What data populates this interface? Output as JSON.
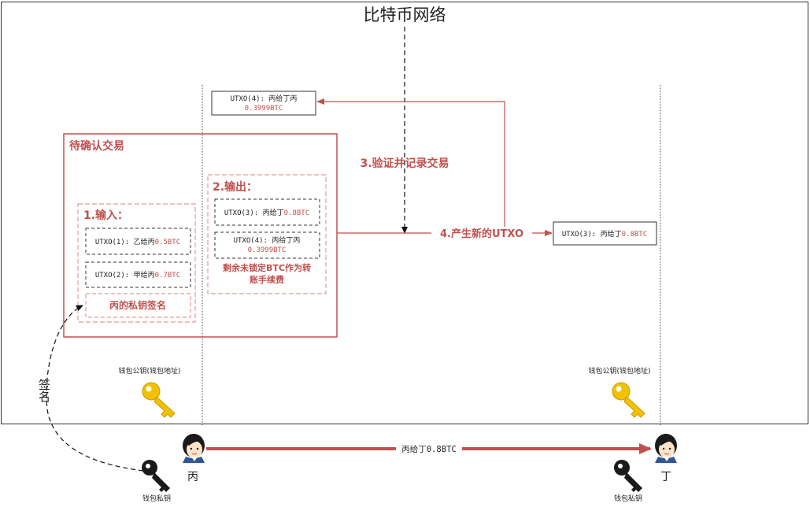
{
  "network_title": "比特币网络",
  "pending": {
    "title": "待确认交易",
    "inputs": {
      "title": "1.输入：",
      "items": [
        {
          "label": "UTXO(1): 乙给丙",
          "amount": "0.5BTC"
        },
        {
          "label": "UTXO(2): 甲给丙",
          "amount": "0.7BTC"
        }
      ],
      "signature": "丙的私钥签名"
    },
    "outputs": {
      "title": "2.输出：",
      "items": [
        {
          "label": "UTXO(3): 丙给丁",
          "amount": "0.8BTC"
        },
        {
          "label": "UTXO(4): 丙给丁丙",
          "amount": "0.3999BTC"
        }
      ],
      "fee_note_line1": "剩余未锁定BTC作为转",
      "fee_note_line2": "账手续费"
    }
  },
  "step3": "3.验证并记录交易",
  "step4": "4.产生新的UTXO",
  "new_utxo_top": {
    "label": "UTXO(4): 丙给丁丙",
    "amount": "0.3999BTC"
  },
  "new_utxo_right": {
    "label": "UTXO(3): 丙给丁",
    "amount": "0.8BTC"
  },
  "wallet_pubkey_left": "钱包公钥(钱包地址)",
  "wallet_pubkey_right": "钱包公钥(钱包地址)",
  "sign_label": "签名",
  "person_left": "丙",
  "person_right": "丁",
  "transfer_label": "丙给丁0.8BTC",
  "privkey_left": "钱包私钥",
  "privkey_right": "钱包私钥",
  "colors": {
    "accent": "#c0504d",
    "key_gold": "#f2c200",
    "key_dark": "#1a1a1a",
    "border": "#333333"
  }
}
